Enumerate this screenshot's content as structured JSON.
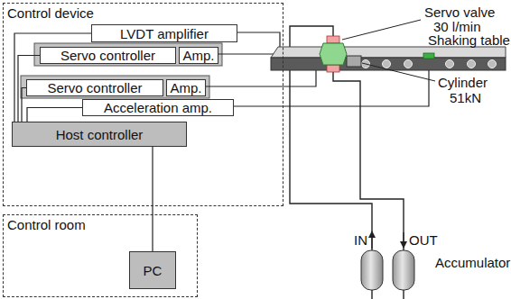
{
  "diagram": {
    "nodes": [
      {
        "text": [
          "Control device"
        ]
      },
      {
        "text": [
          "LVDT amplifier"
        ],
        "in": 0
      },
      {
        "text": [
          "Servo controller"
        ],
        "in": 0
      },
      {
        "text": [
          "Amp."
        ],
        "in": 0
      },
      {
        "text": [
          "Servo controller"
        ],
        "in": 0
      },
      {
        "text": [
          "Amp."
        ],
        "in": 0
      },
      {
        "text": [
          "Acceleration amp."
        ],
        "in": 0
      },
      {
        "text": [
          "Host controller"
        ],
        "in": 0
      },
      {
        "text": [
          "Control room"
        ]
      },
      {
        "text": [
          "PC"
        ],
        "in": 8
      }
    ],
    "edges": [
      {
        "from": 7,
        "to": 1,
        "arrow": "none"
      },
      {
        "from": 7,
        "to": 2,
        "arrow": "none"
      },
      {
        "from": 7,
        "to": 4,
        "arrow": "none"
      },
      {
        "from": 7,
        "to": 6,
        "arrow": "none"
      },
      {
        "from": 7,
        "to": 9,
        "arrow": "none"
      }
    ],
    "labels": [
      "Servo valve",
      "30 l/min",
      "Shaking table",
      "Cylinder",
      "51kN",
      "IN",
      "OUT",
      "Accumulator"
    ]
  }
}
